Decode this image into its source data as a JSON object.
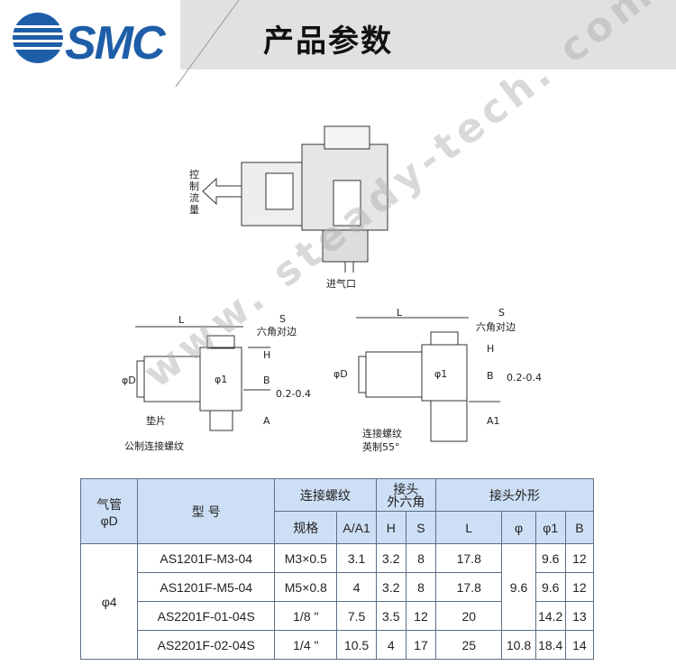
{
  "header": {
    "brand": "SMC",
    "title": "产品参数"
  },
  "drawing": {
    "labels": {
      "control_flow": [
        "控",
        "制",
        "流",
        "量"
      ],
      "inlet": "进气口",
      "L": "L",
      "S": "S",
      "hex_across_flats": "六角对边",
      "H": "H",
      "phiD": "φD",
      "phi1": "φ1",
      "B": "B",
      "gap": "0.2-0.4",
      "A": "A",
      "A1": "A1",
      "gasket": "垫片",
      "metric_thread": "公制连接螺纹",
      "thread": "连接螺纹",
      "imperial": "英制55°"
    }
  },
  "watermark": "www. steady-tech. com",
  "table": {
    "headers": {
      "tube": "气管\nφD",
      "model": "型 号",
      "thread": "连接螺纹",
      "hex": "接头\n外六角",
      "shape": "接头外形",
      "spec": "规格",
      "a": "A/A1",
      "h": "H",
      "s": "S",
      "l": "L",
      "phi": "φ",
      "phi1": "φ1",
      "b": "B"
    },
    "tube_size": "φ4",
    "rows": [
      {
        "model": "AS1201F-M3-04",
        "spec": "M3×0.5",
        "a": "3.1",
        "h": "3.2",
        "s": "8",
        "l": "17.8",
        "phi1": "9.6",
        "b": "12"
      },
      {
        "model": "AS1201F-M5-04",
        "spec": "M5×0.8",
        "a": "4",
        "h": "3.2",
        "s": "8",
        "l": "17.8",
        "phi1": "9.6",
        "b": "12"
      },
      {
        "model": "AS2201F-01-04S",
        "spec": "1/8 \"",
        "a": "7.5",
        "h": "3.5",
        "s": "12",
        "l": "20",
        "phi1": "14.2",
        "b": "13"
      },
      {
        "model": "AS2201F-02-04S",
        "spec": "1/4 \"",
        "a": "10.5",
        "h": "4",
        "s": "17",
        "l": "25",
        "phi1": "18.4",
        "b": "14"
      }
    ],
    "phi_merged_1": "9.6",
    "phi_row4": "10.8"
  }
}
